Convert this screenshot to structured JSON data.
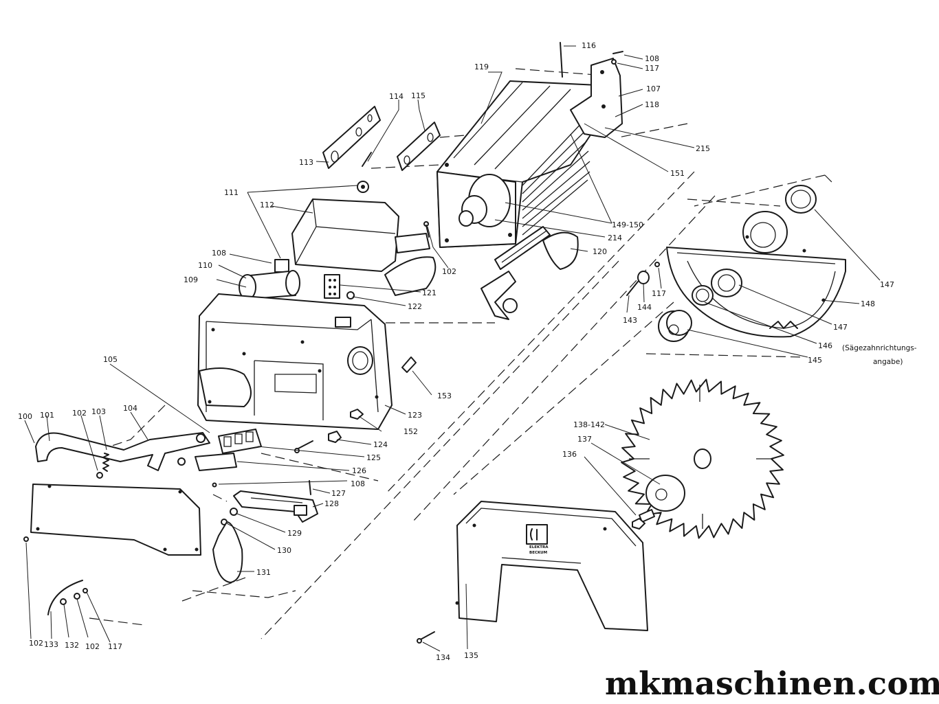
{
  "watermark": "mkmaschinen.com",
  "note_line1": "(Sägezahnrichtungs-",
  "note_line2": "angabe)",
  "logo_line1": "ELEKTRA",
  "logo_line2": "BECKUM",
  "parts": [
    {
      "id": "p100",
      "text": "100"
    },
    {
      "id": "p101",
      "text": "101"
    },
    {
      "id": "p102a",
      "text": "102"
    },
    {
      "id": "p103",
      "text": "103"
    },
    {
      "id": "p104",
      "text": "104"
    },
    {
      "id": "p105",
      "text": "105"
    },
    {
      "id": "p102b",
      "text": "102"
    },
    {
      "id": "p102c",
      "text": "102"
    },
    {
      "id": "p102d",
      "text": "102"
    },
    {
      "id": "p107",
      "text": "107"
    },
    {
      "id": "p108a",
      "text": "108"
    },
    {
      "id": "p108b",
      "text": "108"
    },
    {
      "id": "p108c",
      "text": "108"
    },
    {
      "id": "p109",
      "text": "109"
    },
    {
      "id": "p110",
      "text": "110"
    },
    {
      "id": "p111",
      "text": "111"
    },
    {
      "id": "p112",
      "text": "112"
    },
    {
      "id": "p113",
      "text": "113"
    },
    {
      "id": "p114",
      "text": "114"
    },
    {
      "id": "p115",
      "text": "115"
    },
    {
      "id": "p116",
      "text": "116"
    },
    {
      "id": "p117a",
      "text": "117"
    },
    {
      "id": "p117b",
      "text": "117"
    },
    {
      "id": "p117c",
      "text": "117"
    },
    {
      "id": "p118",
      "text": "118"
    },
    {
      "id": "p119",
      "text": "119"
    },
    {
      "id": "p120",
      "text": "120"
    },
    {
      "id": "p121",
      "text": "121"
    },
    {
      "id": "p122",
      "text": "122"
    },
    {
      "id": "p123",
      "text": "123"
    },
    {
      "id": "p124",
      "text": "124"
    },
    {
      "id": "p125",
      "text": "125"
    },
    {
      "id": "p126",
      "text": "126"
    },
    {
      "id": "p127",
      "text": "127"
    },
    {
      "id": "p128",
      "text": "128"
    },
    {
      "id": "p129",
      "text": "129"
    },
    {
      "id": "p130",
      "text": "130"
    },
    {
      "id": "p131",
      "text": "131"
    },
    {
      "id": "p132",
      "text": "132"
    },
    {
      "id": "p133",
      "text": "133"
    },
    {
      "id": "p134",
      "text": "134"
    },
    {
      "id": "p135",
      "text": "135"
    },
    {
      "id": "p136",
      "text": "136"
    },
    {
      "id": "p137",
      "text": "137"
    },
    {
      "id": "p138",
      "text": "138-142"
    },
    {
      "id": "p143",
      "text": "143"
    },
    {
      "id": "p144",
      "text": "144"
    },
    {
      "id": "p145",
      "text": "145"
    },
    {
      "id": "p146",
      "text": "146"
    },
    {
      "id": "p147a",
      "text": "147"
    },
    {
      "id": "p147b",
      "text": "147"
    },
    {
      "id": "p148",
      "text": "148"
    },
    {
      "id": "p149",
      "text": "149-150"
    },
    {
      "id": "p151",
      "text": "151"
    },
    {
      "id": "p152",
      "text": "152"
    },
    {
      "id": "p153",
      "text": "153"
    },
    {
      "id": "p214",
      "text": "214"
    },
    {
      "id": "p215",
      "text": "215"
    }
  ]
}
